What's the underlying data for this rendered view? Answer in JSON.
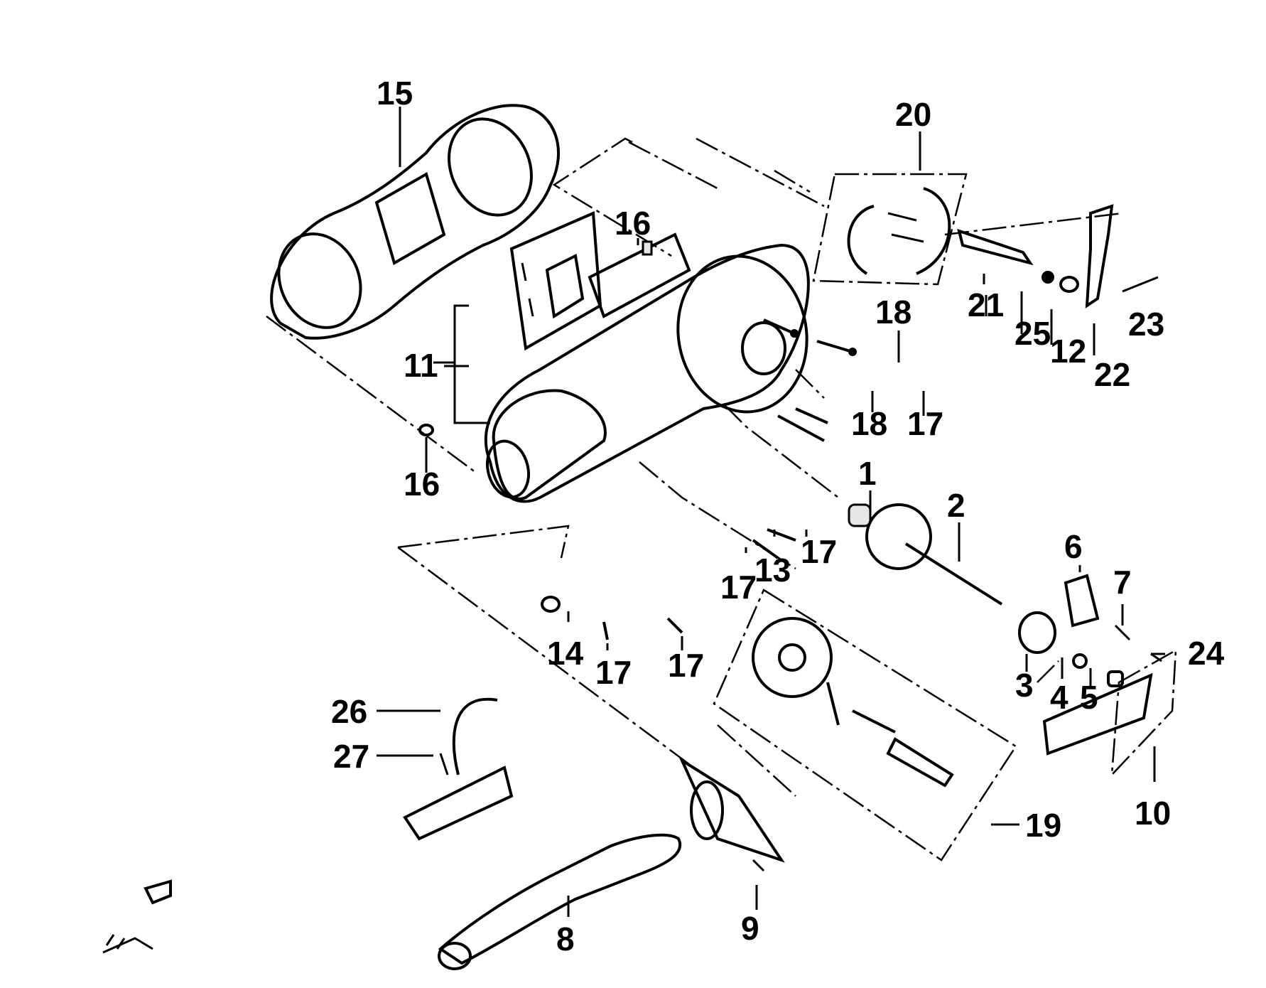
{
  "labels": {
    "p1": "1",
    "p2": "2",
    "p3": "3",
    "p4": "4",
    "p5": "5",
    "p6": "6",
    "p7": "7",
    "p8": "8",
    "p9": "9",
    "p10": "10",
    "p11": "11",
    "p12": "12",
    "p13": "13",
    "p14": "14",
    "p15": "15",
    "p16a": "16",
    "p16b": "16",
    "p17a": "17",
    "p17b": "17",
    "p17c": "17",
    "p17d": "17",
    "p17e": "17",
    "p18a": "18",
    "p18b": "18",
    "p19": "19",
    "p20": "20",
    "p21": "21",
    "p22": "22",
    "p23": "23",
    "p24": "24",
    "p25": "25",
    "p26": "26",
    "p27": "27"
  }
}
